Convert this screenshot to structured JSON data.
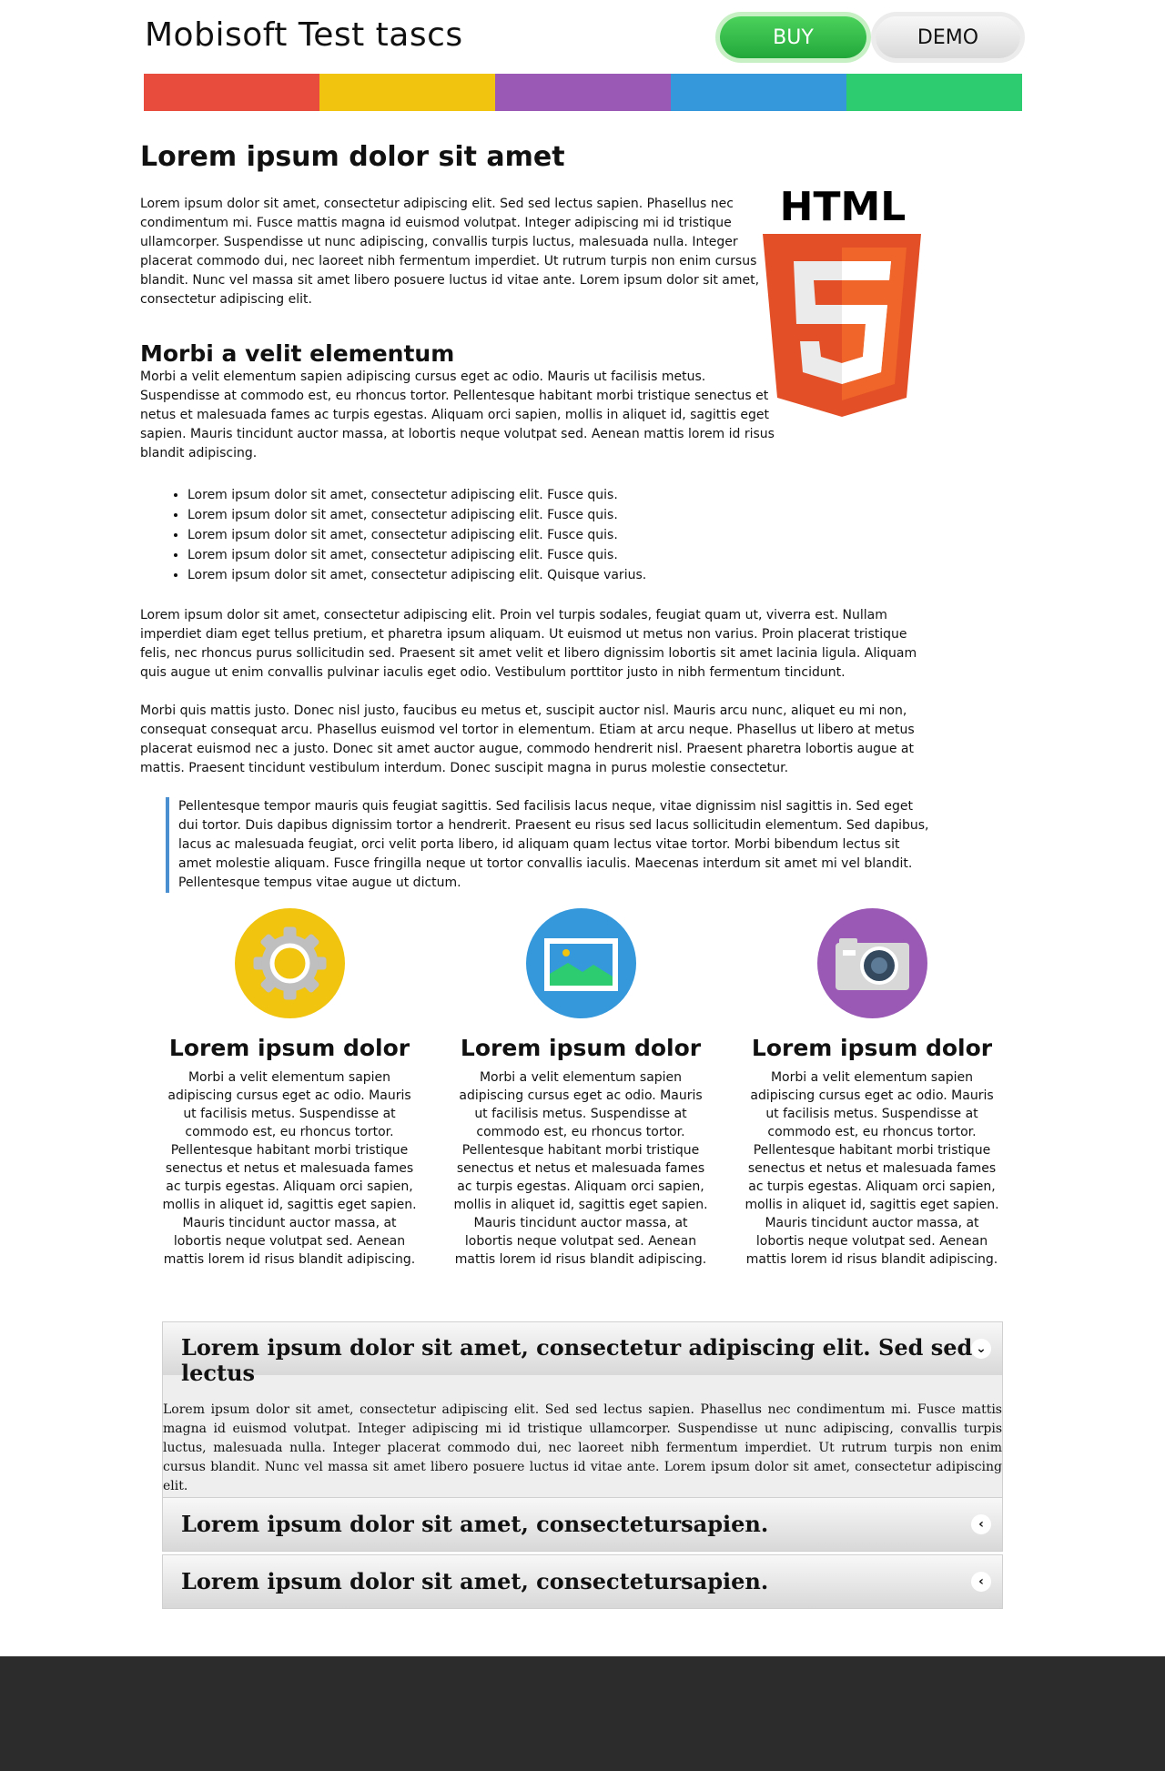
{
  "header": {
    "site_title": "Mobisoft Test tascs",
    "buy_label": "BUY",
    "demo_label": "DEMO"
  },
  "colors": {
    "bar": [
      "#e74c3c",
      "#f1c40f",
      "#9b59b6",
      "#3498db",
      "#2ecc71"
    ],
    "buy": "#2ebd45",
    "footer": "#2c2c2c",
    "quote_border": "#4a8fd0"
  },
  "main": {
    "title": "Lorem ipsum dolor sit amet",
    "paragraph1": "Lorem ipsum dolor sit amet, consectetur adipiscing elit. Sed sed lectus sapien. Phasellus nec condimentum mi. Fusce mattis magna id euismod volutpat. Integer adipiscing mi id tristique ullamcorper. Suspendisse ut nunc adipiscing, convallis turpis luctus, malesuada nulla. Integer placerat commodo dui, nec laoreet nibh fermentum imperdiet. Ut rutrum turpis non enim cursus blandit. Nunc vel massa sit amet libero posuere luctus id vitae ante. Lorem ipsum dolor sit amet, consectetur adipiscing elit.",
    "subtitle": "Morbi a velit elementum",
    "paragraph2": "Morbi a velit elementum sapien adipiscing cursus eget ac odio. Mauris ut facilisis metus. Suspendisse at commodo est, eu rhoncus tortor. Pellentesque habitant morbi tristique senectus et netus et malesuada fames ac turpis egestas. Aliquam orci sapien, mollis in aliquet id, sagittis eget sapien. Mauris tincidunt auctor massa, at lobortis neque volutpat sed. Aenean mattis lorem id risus blandit adipiscing.",
    "bullets": [
      "Lorem ipsum dolor sit amet, consectetur adipiscing elit. Fusce quis.",
      "Lorem ipsum dolor sit amet, consectetur adipiscing elit. Fusce quis.",
      "Lorem ipsum dolor sit amet, consectetur adipiscing elit. Fusce quis.",
      "Lorem ipsum dolor sit amet, consectetur adipiscing elit. Fusce quis.",
      "Lorem ipsum dolor sit amet, consectetur adipiscing elit. Quisque varius."
    ],
    "paragraph3": "Lorem ipsum dolor sit amet, consectetur adipiscing elit. Proin vel turpis sodales, feugiat quam ut, viverra est. Nullam imperdiet diam eget tellus pretium, et pharetra ipsum aliquam. Ut euismod ut metus non varius. Proin placerat tristique felis, nec rhoncus purus sollicitudin sed. Praesent sit amet velit et libero dignissim lobortis sit amet lacinia ligula. Aliquam quis augue ut enim convallis pulvinar iaculis eget odio. Vestibulum porttitor justo in nibh fermentum tincidunt.",
    "paragraph4": "Morbi quis mattis justo. Donec nisl justo, faucibus eu metus et, suscipit auctor nisl. Mauris arcu nunc, aliquet eu mi non, consequat consequat arcu. Phasellus euismod vel tortor in elementum. Etiam at arcu neque. Phasellus ut libero at metus placerat euismod nec a justo. Donec sit amet auctor augue, commodo hendrerit nisl. Praesent pharetra lobortis augue at mattis. Praesent tincidunt vestibulum interdum. Donec suscipit magna in purus molestie consectetur.",
    "quote": "Pellentesque tempor mauris quis feugiat sagittis. Sed facilisis lacus neque, vitae dignissim nisl sagittis in. Sed eget dui tortor. Duis dapibus dignissim tortor a hendrerit. Praesent eu risus sed lacus sollicitudin elementum. Sed dapibus, lacus ac malesuada feugiat, orci velit porta libero, id aliquam quam lectus vitae tortor. Morbi bibendum lectus sit amet molestie aliquam. Fusce fringilla neque ut tortor convallis iaculis. Maecenas interdum sit amet mi vel blandit. Pellentesque tempus vitae augue ut dictum.",
    "logo_text": "HTML"
  },
  "features": [
    {
      "icon": "gear-icon",
      "color": "#f1c40f",
      "title": "Lorem ipsum dolor",
      "text": "Morbi a velit elementum sapien adipiscing cursus eget ac odio. Mauris ut facilisis metus. Suspendisse at commodo est, eu rhoncus tortor. Pellentesque habitant morbi tristique senectus et netus et malesuada fames ac turpis egestas. Aliquam orci sapien, mollis in aliquet id, sagittis eget sapien. Mauris tincidunt auctor massa, at lobortis neque volutpat sed. Aenean mattis lorem id risus blandit adipiscing."
    },
    {
      "icon": "picture-icon",
      "color": "#3498db",
      "title": "Lorem ipsum dolor",
      "text": "Morbi a velit elementum sapien adipiscing cursus eget ac odio. Mauris ut facilisis metus. Suspendisse at commodo est, eu rhoncus tortor. Pellentesque habitant morbi tristique senectus et netus et malesuada fames ac turpis egestas. Aliquam orci sapien, mollis in aliquet id, sagittis eget sapien. Mauris tincidunt auctor massa, at lobortis neque volutpat sed. Aenean mattis lorem id risus blandit adipiscing."
    },
    {
      "icon": "camera-icon",
      "color": "#9b59b6",
      "title": "Lorem ipsum dolor",
      "text": "Morbi a velit elementum sapien adipiscing cursus eget ac odio. Mauris ut facilisis metus. Suspendisse at commodo est, eu rhoncus tortor. Pellentesque habitant morbi tristique senectus et netus et malesuada fames ac turpis egestas. Aliquam orci sapien, mollis in aliquet id, sagittis eget sapien. Mauris tincidunt auctor massa, at lobortis neque volutpat sed. Aenean mattis lorem id risus blandit adipiscing."
    }
  ],
  "accordion": [
    {
      "title": "Lorem ipsum dolor sit amet, consectetur adipiscing elit. Sed sed lectus",
      "body": "Lorem ipsum dolor sit amet, consectetur adipiscing elit. Sed sed lectus sapien. Phasellus nec condimentum mi. Fusce mattis magna id euismod volutpat. Integer adipiscing mi id tristique ullamcorper. Suspendisse ut nunc adipiscing, convallis turpis luctus, malesuada nulla. Integer placerat commodo dui, nec laoreet nibh fermentum imperdiet. Ut rutrum turpis non enim cursus blandit. Nunc vel massa sit amet libero posuere luctus id vitae ante. Lorem ipsum dolor sit amet, consectetur adipiscing elit.",
      "expanded": true
    },
    {
      "title": "Lorem ipsum dolor sit amet, consectetursapien.",
      "expanded": false
    },
    {
      "title": "Lorem ipsum dolor sit amet, consectetursapien.",
      "expanded": false
    }
  ]
}
